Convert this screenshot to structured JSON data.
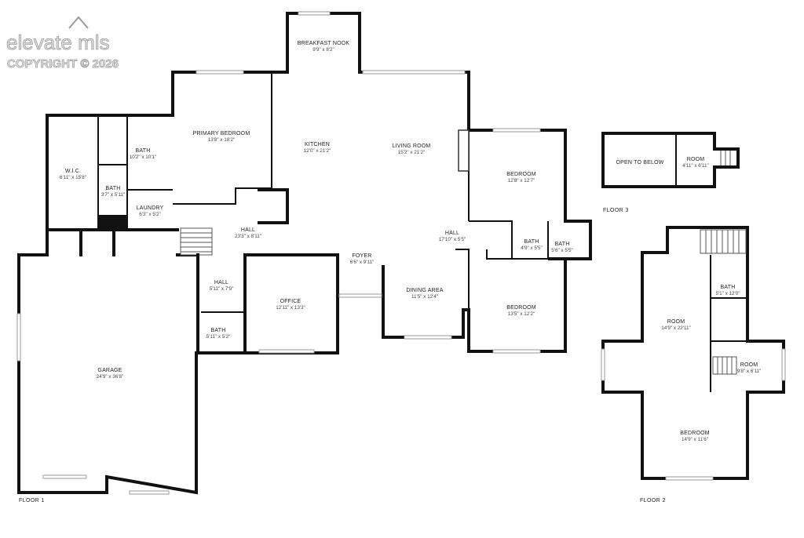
{
  "watermark": {
    "brand": "elevate mls",
    "copyright": "COPYRIGHT © 2026"
  },
  "floors": {
    "floor1": {
      "label": "FLOOR 1",
      "rooms": {
        "breakfast_nook": {
          "name": "BREAKFAST NOOK",
          "dims": "9'9\" x 8'2\""
        },
        "primary_bedroom": {
          "name": "PRIMARY BEDROOM",
          "dims": "13'8\" x 18'2\""
        },
        "bath_primary": {
          "name": "BATH",
          "dims": "10'2\" x 10'1\""
        },
        "wic": {
          "name": "W.I.C.",
          "dims": "6'11\" x 15'8\""
        },
        "bath_small": {
          "name": "BATH",
          "dims": "3'7\" x 5'11\""
        },
        "laundry": {
          "name": "LAUNDRY",
          "dims": "6'3\" x 5'2\""
        },
        "kitchen": {
          "name": "KITCHEN",
          "dims": "12'0\" x 21'2\""
        },
        "living_room": {
          "name": "LIVING ROOM",
          "dims": "15'2\" x 21'2\""
        },
        "bedroom_east": {
          "name": "BEDROOM",
          "dims": "12'8\" x 12'7\""
        },
        "hall_main": {
          "name": "HALL",
          "dims": "23'3\" x 8'11\""
        },
        "hall_east": {
          "name": "HALL",
          "dims": "17'10\" x 5'5\""
        },
        "bath_east_a": {
          "name": "BATH",
          "dims": "4'9\" x 5'5\""
        },
        "bath_east_b": {
          "name": "BATH",
          "dims": "5'6\" x 5'5\""
        },
        "foyer": {
          "name": "FOYER",
          "dims": "6'6\" x 9'11\""
        },
        "hall_small": {
          "name": "HALL",
          "dims": "5'11\" x 7'9\""
        },
        "office": {
          "name": "OFFICE",
          "dims": "12'11\" x 13'3\""
        },
        "dining_area": {
          "name": "DINING AREA",
          "dims": "11'5\" x 12'4\""
        },
        "bedroom_south": {
          "name": "BEDROOM",
          "dims": "13'5\" x 12'2\""
        },
        "bath_hall": {
          "name": "BATH",
          "dims": "5'11\" x 5'2\""
        },
        "garage": {
          "name": "GARAGE",
          "dims": "24'9\" x 36'8\""
        }
      }
    },
    "floor2": {
      "label": "FLOOR 2",
      "rooms": {
        "bath": {
          "name": "BATH",
          "dims": "5'1\" x 12'0\""
        },
        "room_large": {
          "name": "ROOM",
          "dims": "14'9\" x 22'11\""
        },
        "room_small": {
          "name": "ROOM",
          "dims": "9'8\" x 6'11\""
        },
        "bedroom": {
          "name": "BEDROOM",
          "dims": "14'9\" x 11'6\""
        }
      }
    },
    "floor3": {
      "label": "FLOOR 3",
      "rooms": {
        "open_to_below": {
          "name": "OPEN TO BELOW",
          "dims": ""
        },
        "room": {
          "name": "ROOM",
          "dims": "4'11\" x 6'11\""
        }
      }
    }
  }
}
